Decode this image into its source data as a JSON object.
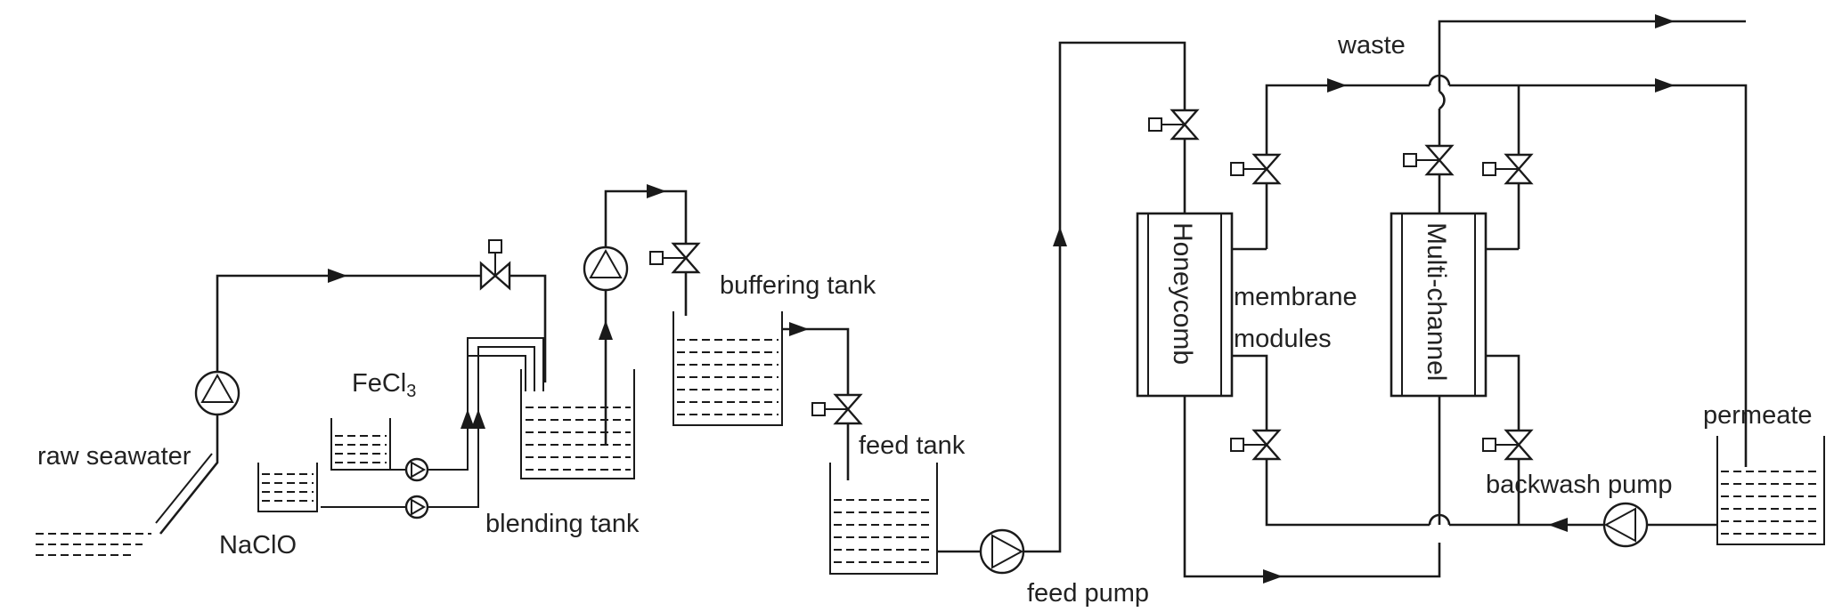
{
  "labels": {
    "raw_seawater": "raw seawater",
    "fecl3": "FeCl",
    "fecl3_sub": "3",
    "naclo": "NaClO",
    "blending_tank": "blending tank",
    "buffering_tank": "buffering tank",
    "feed_tank": "feed tank",
    "feed_pump": "feed pump",
    "membrane_modules_line1": "membrane",
    "membrane_modules_line2": "modules",
    "honeycomb": "Honeycomb",
    "multi_channel": "Multi-channel",
    "waste": "waste",
    "permeate": "permeate",
    "backwash_pump": "backwash pump"
  }
}
